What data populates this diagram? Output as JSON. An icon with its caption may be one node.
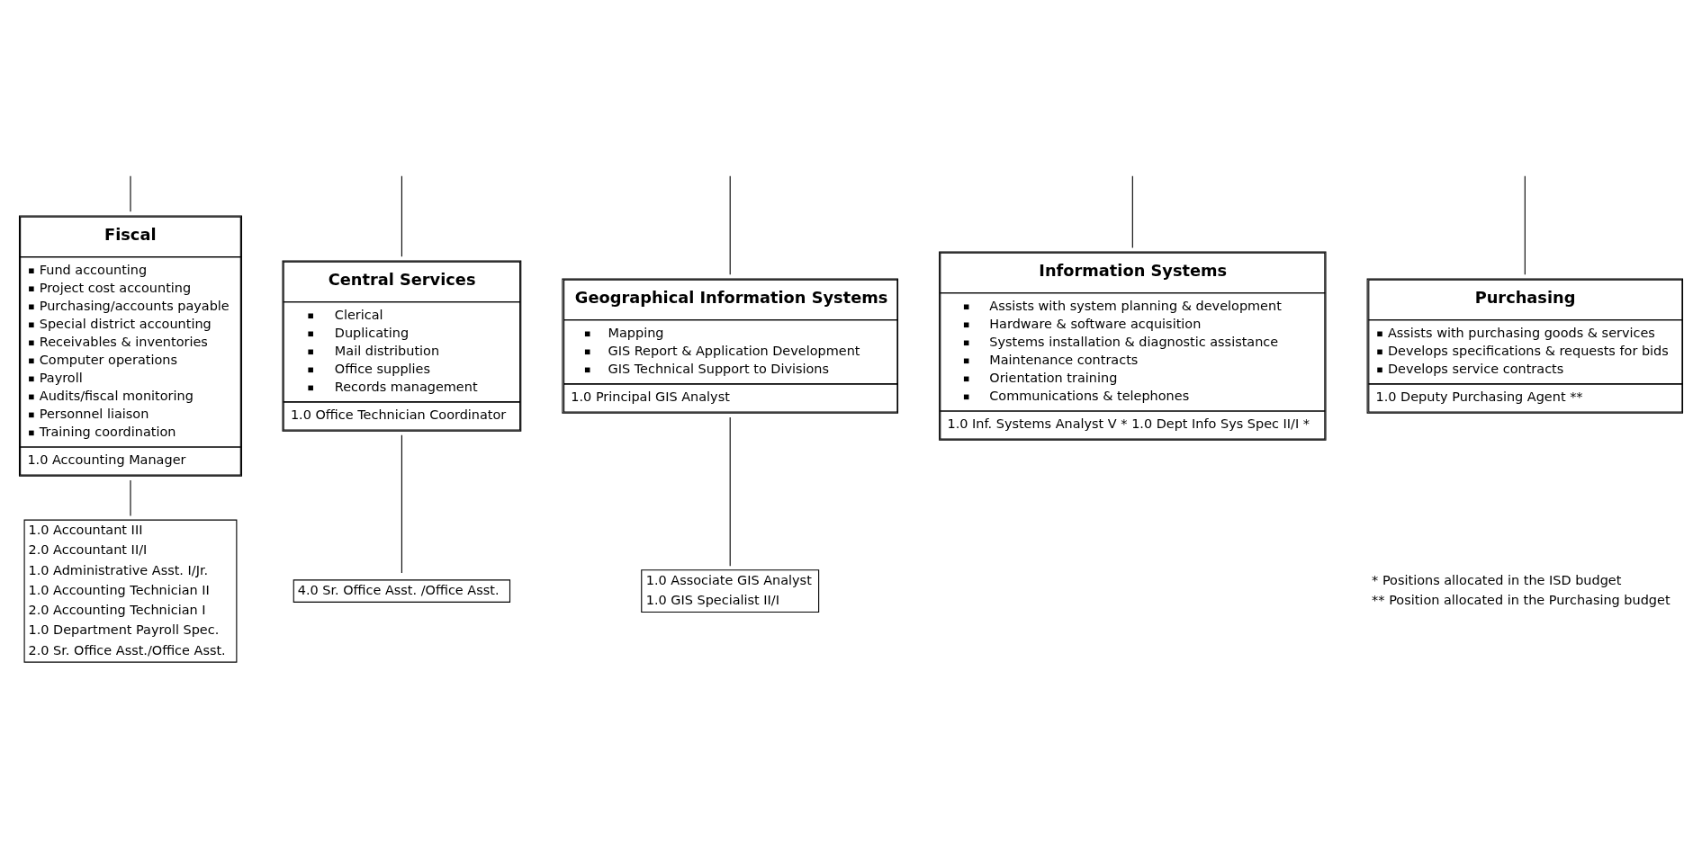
{
  "diagram": {
    "nodes": [
      {
        "text": [
          "Fiscal",
          "Fund accounting",
          "Project cost accounting",
          "Purchasing/accounts payable",
          "Special district accounting",
          "Receivables & inventories",
          "Computer operations",
          "Payroll",
          "Audits/fiscal monitoring",
          "Personnel liaison",
          "Training coordination",
          "1.0 Accounting Manager"
        ]
      },
      {
        "text": [
          "Central Services",
          "Clerical",
          "Duplicating",
          "Mail distribution",
          "Office supplies",
          "Records management",
          "1.0 Office Technician Coordinator"
        ]
      },
      {
        "text": [
          "Geographical Information Systems",
          "Mapping",
          "GIS Report & Application Development",
          "GIS Technical Support to Divisions",
          "1.0 Principal GIS Analyst"
        ]
      },
      {
        "text": [
          "Information Systems",
          "Assists with system planning & development",
          "Hardware & software acquisition",
          "Systems installation & diagnostic assistance",
          "Maintenance contracts",
          "Orientation training",
          "Communications & telephones",
          "1.0 Inf. Systems Analyst V * 1.0 Dept Info Sys Spec II/I *"
        ]
      },
      {
        "text": [
          "Purchasing",
          "Assists with purchasing goods & services",
          "Develops specifications & requests for bids",
          "Develops service contracts",
          "1.0 Deputy Purchasing Agent **"
        ]
      },
      {
        "text": [
          "1.0 Accountant III",
          "2.0 Accountant II/I",
          "1.0 Administrative Asst. I/Jr.",
          "1.0 Accounting Technician II",
          "2.0 Accounting Technician I",
          "1.0 Department Payroll Spec.",
          "2.0 Sr. Office Asst./Office Asst."
        ]
      },
      {
        "text": [
          "4.0 Sr. Office Asst. /Office Asst."
        ]
      },
      {
        "text": [
          "1.0 Associate GIS Analyst",
          "1.0 GIS Specialist II/I"
        ]
      }
    ],
    "edges": [
      {
        "from": null,
        "to": 0,
        "arrow": "none"
      },
      {
        "from": null,
        "to": 1,
        "arrow": "none"
      },
      {
        "from": null,
        "to": 2,
        "arrow": "none"
      },
      {
        "from": null,
        "to": 3,
        "arrow": "none"
      },
      {
        "from": null,
        "to": 4,
        "arrow": "none"
      },
      {
        "from": 0,
        "to": 5,
        "arrow": "none"
      },
      {
        "from": 1,
        "to": 6,
        "arrow": "none"
      },
      {
        "from": 2,
        "to": 7,
        "arrow": "none"
      }
    ],
    "labels": [
      "* Positions allocated in the ISD budget",
      "** Position allocated in the Purchasing budget"
    ]
  }
}
